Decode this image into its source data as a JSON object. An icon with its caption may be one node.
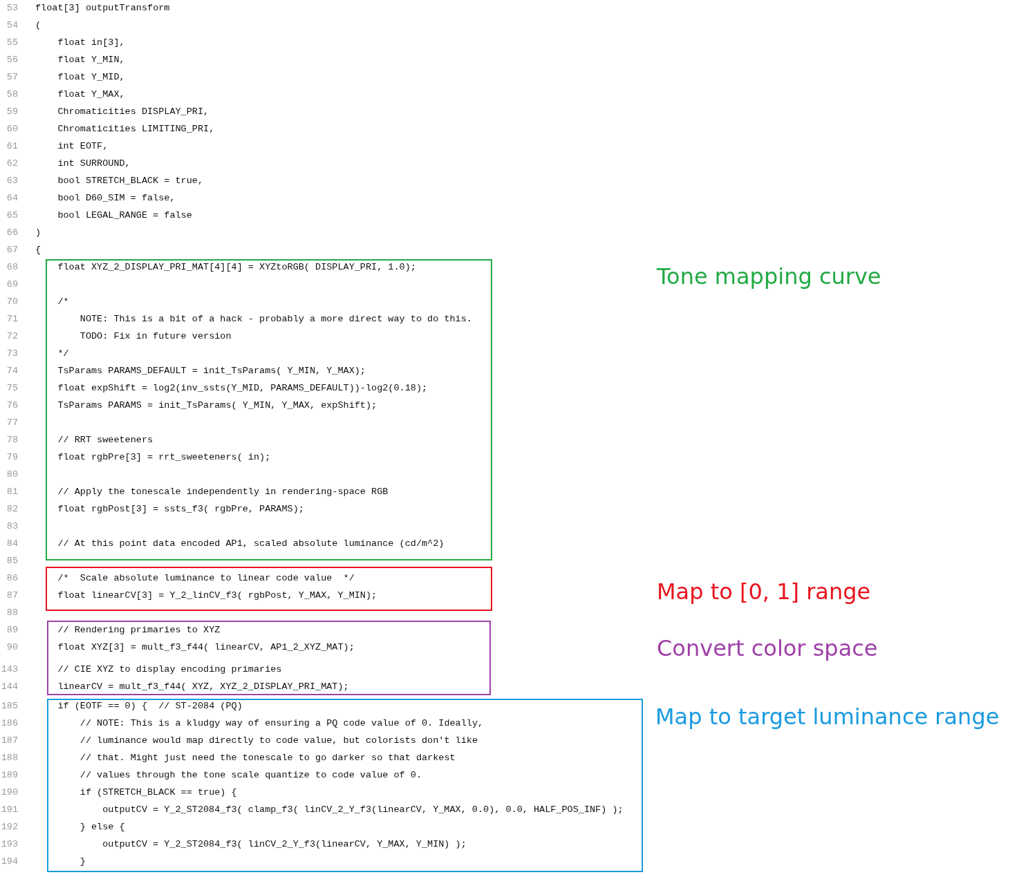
{
  "diagram": {
    "nodes": [
      {
        "text": [
          "float XYZ_2_DISPLAY_PRI_MAT[4][4] = XYZtoRGB( DISPLAY_PRI, 1.0);",
          "/*",
          "NOTE: This is a bit of a hack - probably a more direct way to do this.",
          "TODO: Fix in future version",
          "*/",
          "TsParams PARAMS_DEFAULT = init_TsParams( Y_MIN, Y_MAX);",
          "float expShift = log2(inv_ssts(Y_MID, PARAMS_DEFAULT))-log2(0.18);",
          "TsParams PARAMS = init_TsParams( Y_MIN, Y_MAX, expShift);",
          "// RRT sweeteners",
          "float rgbPre[3] = rrt_sweeteners( in);",
          "// Apply the tonescale independently in rendering-space RGB",
          "float rgbPost[3] = ssts_f3( rgbPre, PARAMS);",
          "// At this point data encoded AP1, scaled absolute luminance (cd/m^2)"
        ]
      },
      {
        "text": [
          "/*  Scale absolute luminance to linear code value  */",
          "float linearCV[3] = Y_2_linCV_f3( rgbPost, Y_MAX, Y_MIN);"
        ]
      },
      {
        "text": [
          "// Rendering primaries to XYZ",
          "float XYZ[3] = mult_f3_f44( linearCV, AP1_2_XYZ_MAT);",
          "// CIE XYZ to display encoding primaries",
          "linearCV = mult_f3_f44( XYZ, XYZ_2_DISPLAY_PRI_MAT);"
        ]
      },
      {
        "text": [
          "if (EOTF == 0) {  // ST-2084 (PQ)",
          "// NOTE: This is a kludgy way of ensuring a PQ code value of 0. Ideally,",
          "// luminance would map directly to code value, but colorists don't like",
          "// that. Might just need the tonescale to go darker so that darkest",
          "// values through the tone scale quantize to code value of 0.",
          "if (STRETCH_BLACK == true) {",
          "outputCV = Y_2_ST2084_f3( clamp_f3( linCV_2_Y_f3(linearCV, Y_MAX, 0.0), 0.0, HALF_POS_INF) );",
          "} else {",
          "outputCV = Y_2_ST2084_f3( linCV_2_Y_f3(linearCV, Y_MAX, Y_MIN) );",
          "}"
        ]
      }
    ],
    "labels": [
      "53",
      "float[3] outputTransform",
      "54",
      "(",
      "55",
      "float in[3],",
      "56",
      "float Y_MIN,",
      "57",
      "float Y_MID,",
      "58",
      "float Y_MAX,",
      "59",
      "Chromaticities DISPLAY_PRI,",
      "60",
      "Chromaticities LIMITING_PRI,",
      "61",
      "int EOTF,",
      "62",
      "int SURROUND,",
      "63",
      "bool STRETCH_BLACK = true,",
      "64",
      "bool D60_SIM = false,",
      "65",
      "bool LEGAL_RANGE = false",
      "66",
      ")",
      "67",
      "{",
      "68",
      "69",
      "70",
      "71",
      "72",
      "73",
      "74",
      "75",
      "76",
      "77",
      "78",
      "79",
      "80",
      "81",
      "82",
      "83",
      "84",
      "85",
      "86",
      "87",
      "88",
      "89",
      "90",
      "143",
      "144",
      "185",
      "186",
      "187",
      "188",
      "189",
      "190",
      "191",
      "192",
      "193",
      "194",
      "Tone mapping curve",
      "Map to [0, 1] range",
      "Convert color space",
      "Map to target luminance range"
    ]
  }
}
